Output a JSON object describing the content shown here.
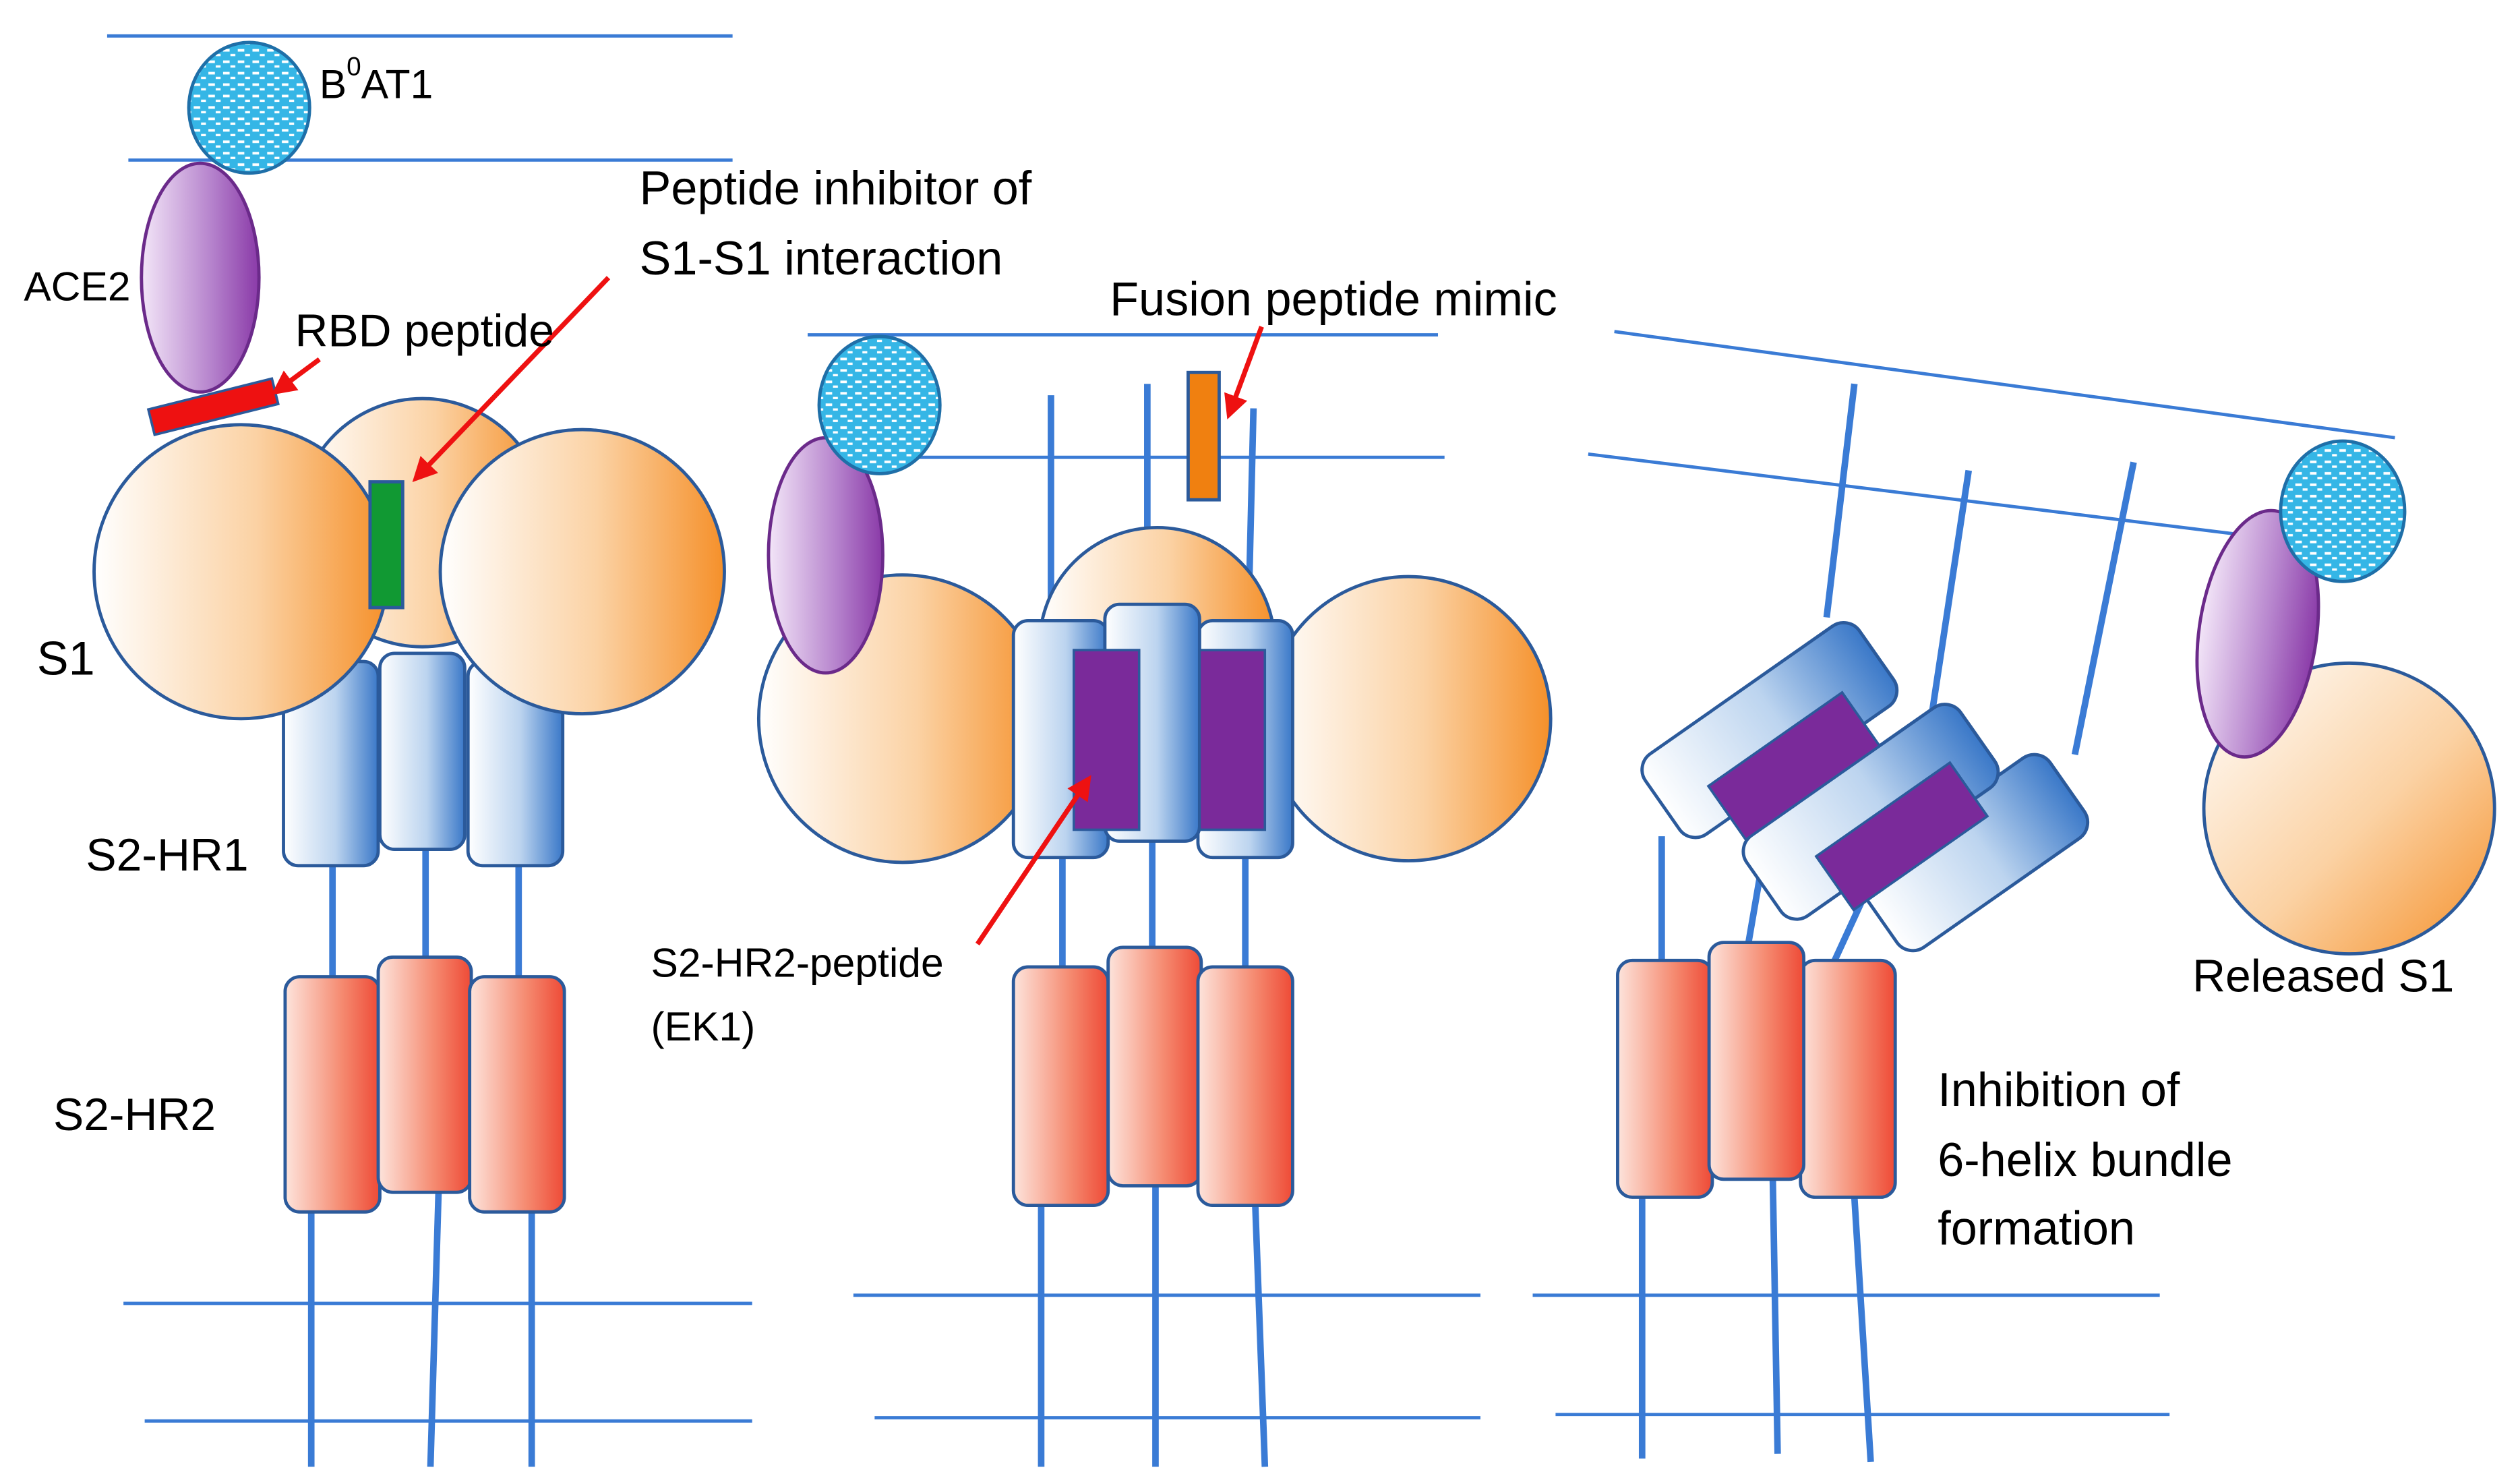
{
  "labels": {
    "b0at1_base": "B",
    "b0at1_sup": "0",
    "b0at1_rest": "AT1",
    "ace2": "ACE2",
    "rbd_peptide": "RBD peptide",
    "s1s1_inhibitor_line1": "Peptide inhibitor of",
    "s1s1_inhibitor_line2": "S1-S1 interaction",
    "s1": "S1",
    "s2_hr1": "S2-HR1",
    "s2_hr2": "S2-HR2",
    "fusion_peptide_mimic": "Fusion peptide mimic",
    "s2_hr2_peptide_line1": "S2-HR2-peptide",
    "s2_hr2_peptide_line2": "(EK1)",
    "released_s1": "Released S1",
    "inhibition_line1": "Inhibition of",
    "inhibition_line2": "6-helix bundle",
    "inhibition_line3": "formation"
  },
  "colors": {
    "membrane": "#3a7bd5",
    "outline": "#2b5a9b",
    "arrow": "#ee1111",
    "rbd_peptide": "#ee1111",
    "s1s1_peptide": "#119933",
    "fusion_peptide": "#f08010",
    "hr2_peptide": "#7a2a9a",
    "b0at1": "#35b6e6",
    "ace2_dark": "#8a3aa8",
    "s1_orange": "#f5902a",
    "hr1_blue": "#3a78c8",
    "hr2_red": "#ee4a36"
  },
  "icons": [
    "b0at1-transporter",
    "ace2-receptor",
    "s1-subunit",
    "hr1-helix",
    "hr2-helix",
    "peptide-bar",
    "pointer-arrow"
  ]
}
